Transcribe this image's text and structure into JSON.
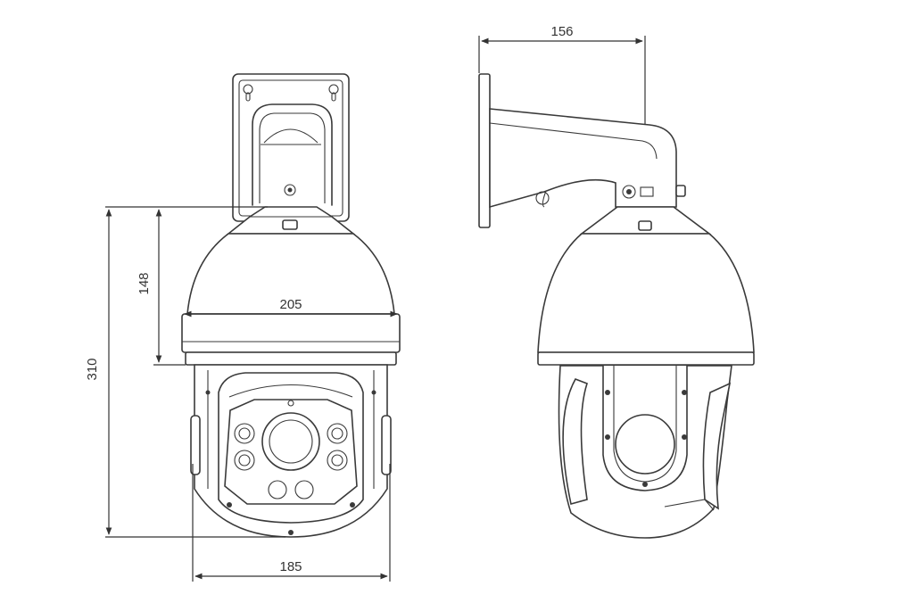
{
  "dimensions": {
    "total_height": "310",
    "dome_height": "148",
    "dome_width": "205",
    "base_width": "185",
    "bracket_depth": "156"
  },
  "colors": {
    "line": "#3a3a3a",
    "background": "#ffffff"
  }
}
